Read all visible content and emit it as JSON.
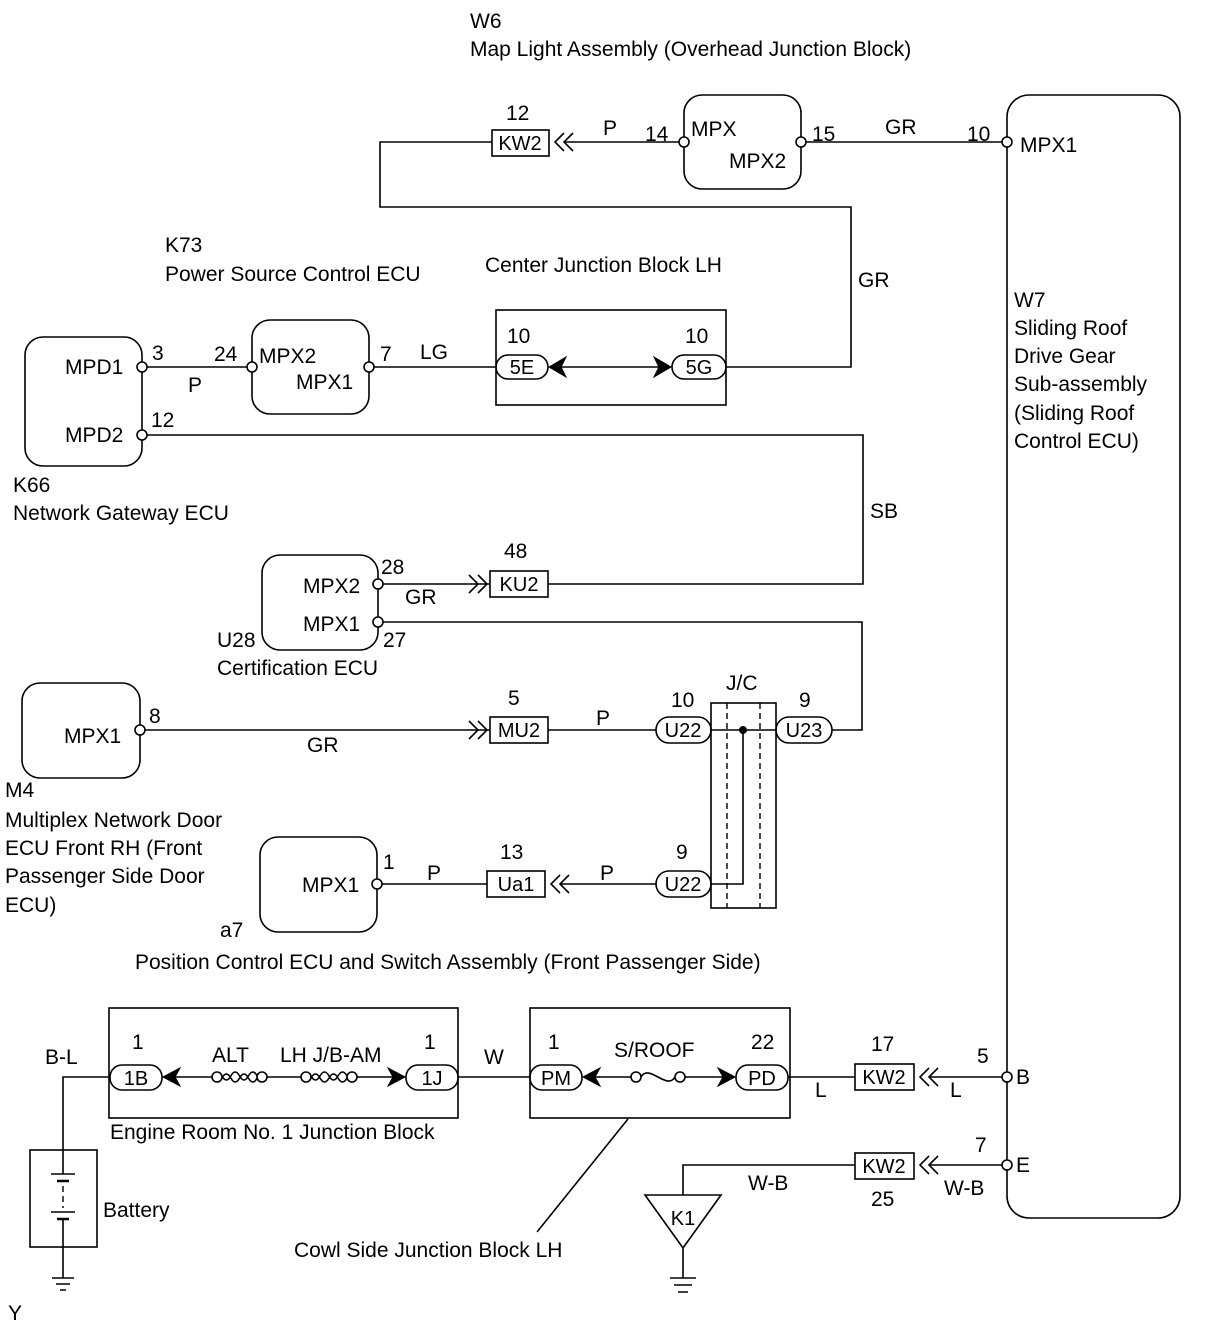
{
  "w6": {
    "code": "W6",
    "name": "Map Light Assembly (Overhead Junction Block)",
    "terminal_left": "MPX",
    "terminal_right": "MPX2",
    "pin_left": "14",
    "pin_right": "15"
  },
  "w7": {
    "code": "W7",
    "name_lines": [
      "Sliding Roof",
      "Drive Gear",
      "Sub-assembly",
      "(Sliding Roof",
      "Control ECU)"
    ],
    "terminal_mpx1": "MPX1",
    "pin_mpx1": "10",
    "terminal_b": "B",
    "pin_b": "5",
    "terminal_e": "E",
    "pin_e": "7"
  },
  "k73": {
    "code": "K73",
    "name": "Power Source Control ECU",
    "terminal_mpx2": "MPX2",
    "pin_mpx2": "24",
    "terminal_mpx1": "MPX1",
    "pin_mpx1": "7"
  },
  "k66": {
    "code": "K66",
    "name": "Network Gateway ECU",
    "terminal_mpd1": "MPD1",
    "pin_mpd1": "3",
    "terminal_mpd2": "MPD2",
    "pin_mpd2": "12"
  },
  "center_jb": {
    "name": "Center Junction Block LH",
    "conn_left": "5E",
    "pin_left": "10",
    "conn_right": "5G",
    "pin_right": "10"
  },
  "u28": {
    "code": "U28",
    "name": "Certification ECU",
    "terminal_mpx2": "MPX2",
    "pin_mpx2": "28",
    "terminal_mpx1": "MPX1",
    "pin_mpx1": "27"
  },
  "m4": {
    "code": "M4",
    "name_lines": [
      "Multiplex Network Door",
      "ECU Front RH (Front",
      "Passenger Side Door",
      "ECU)"
    ],
    "terminal_mpx1": "MPX1",
    "pin_mpx1": "8"
  },
  "a7": {
    "code": "a7",
    "name": "Position Control ECU and Switch Assembly (Front Passenger Side)",
    "terminal_mpx1": "MPX1",
    "pin_mpx1": "1"
  },
  "jc": {
    "label": "J/C",
    "conn_in_top": "U22",
    "pin_in_top": "10",
    "conn_out": "U23",
    "pin_out": "9",
    "conn_in_bottom": "U22",
    "pin_in_bottom": "9"
  },
  "inline_connectors": {
    "kw2_mpx": {
      "code": "KW2",
      "pin": "12"
    },
    "ku2": {
      "code": "KU2",
      "pin": "48"
    },
    "mu2": {
      "code": "MU2",
      "pin": "5"
    },
    "ua1": {
      "code": "Ua1",
      "pin": "13"
    },
    "kw2_b": {
      "code": "KW2",
      "pin": "17"
    },
    "kw2_e": {
      "code": "KW2",
      "pin": "25"
    }
  },
  "engine_room_jb": {
    "name": "Engine Room No. 1 Junction Block",
    "conn_left": "1B",
    "pin_left": "1",
    "fuse_1": "ALT",
    "fuse_2": "LH J/B-AM",
    "conn_right": "1J",
    "pin_right": "1"
  },
  "cowl_jb": {
    "name": "Cowl Side Junction Block LH",
    "conn_left": "PM",
    "pin_left": "1",
    "fuse": "S/ROOF",
    "conn_right": "PD",
    "pin_right": "22"
  },
  "battery": {
    "name": "Battery"
  },
  "ground_point": {
    "code": "K1"
  },
  "wires": {
    "w6_to_kw2": "P",
    "w6_to_w7": "GR",
    "k66_to_k73": "P",
    "k73_to_cjb": "LG",
    "cjb_to_kw2": "GR",
    "k66_mpd2": "SB",
    "u28_to_ku2": "GR",
    "m4_to_mu2": "GR",
    "mu2_to_jc": "P",
    "a7_to_ua1": "P",
    "ua1_to_jc": "P",
    "battery_feed": "B-L",
    "jb_to_cowl": "W",
    "pd_to_kw2": "L",
    "kw2_to_b": "L",
    "ground_to_kw2": "W-B",
    "kw2_to_e": "W-B"
  },
  "figure_code": "Y",
  "colors": {
    "line": "#000000",
    "background": "#ffffff"
  }
}
